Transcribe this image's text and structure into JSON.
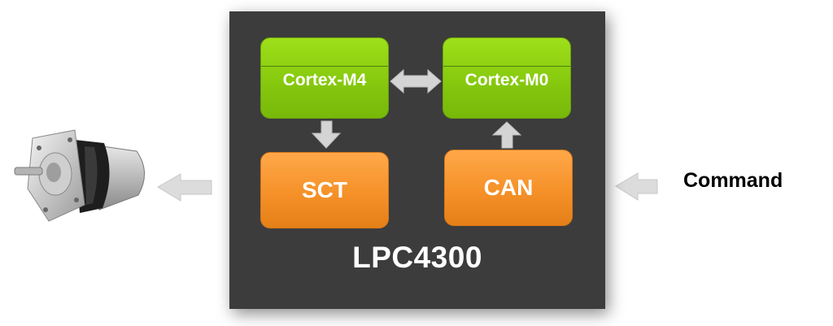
{
  "diagram": {
    "chip_label": "LPC4300",
    "blocks": {
      "cortex_m4": "Cortex-M4",
      "cortex_m0": "Cortex-M0",
      "sct": "SCT",
      "can": "CAN"
    },
    "input_label": "Command",
    "colors": {
      "chip": "#3c3c3c",
      "core_block": "#8fd014",
      "peripheral_block": "#f59128",
      "internal_arrow": "#cfcfcf",
      "external_arrow": "#dcdcdc"
    },
    "icons": [
      "motor-icon"
    ]
  }
}
